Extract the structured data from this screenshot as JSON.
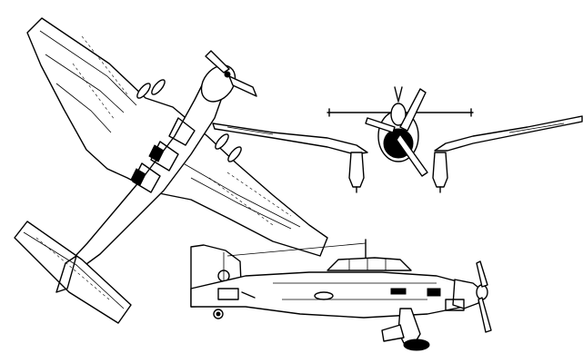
{
  "drawing": {
    "views": [
      "top-view",
      "front-view",
      "side-view"
    ]
  }
}
